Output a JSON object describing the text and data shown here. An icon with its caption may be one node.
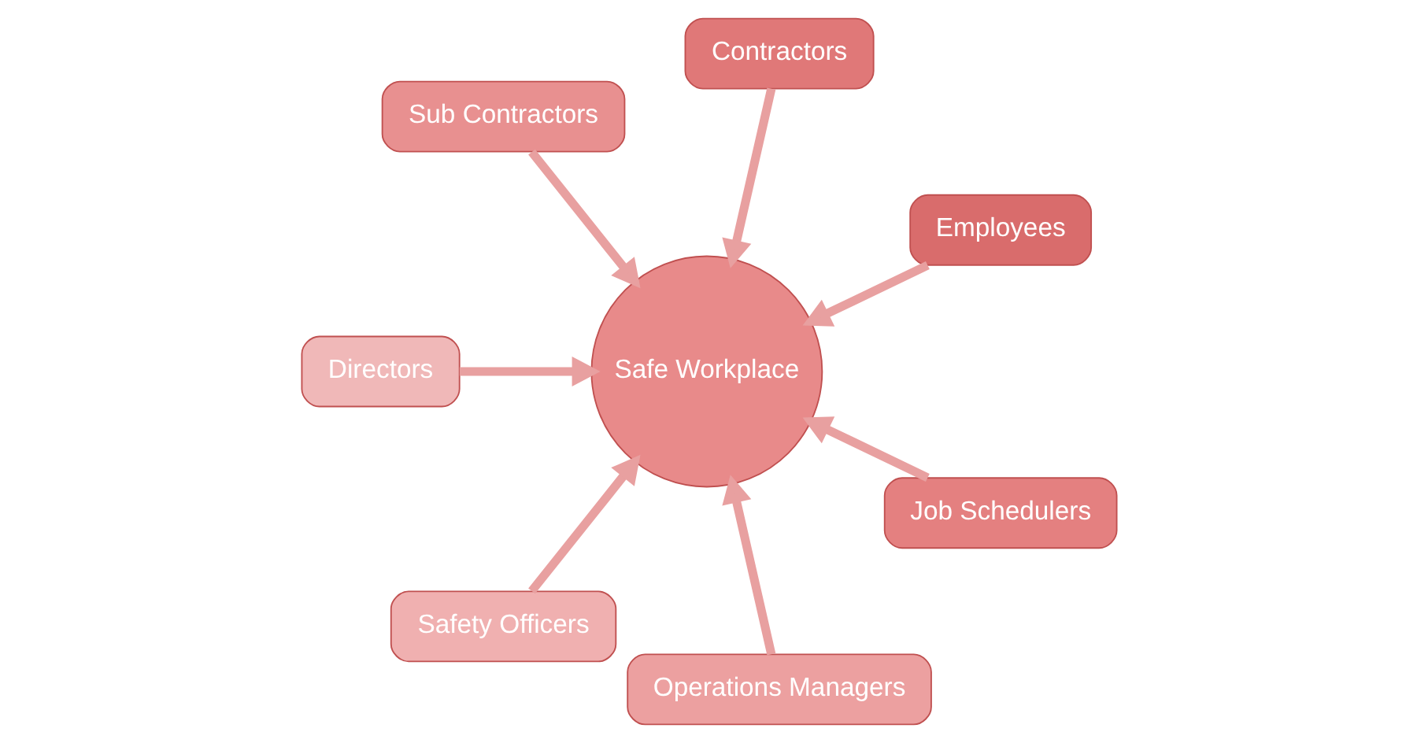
{
  "diagram": {
    "nodes": [
      {
        "text": [
          "Safe Workplace"
        ]
      },
      {
        "text": [
          "Employees"
        ]
      },
      {
        "text": [
          "Contractors"
        ]
      },
      {
        "text": [
          "Sub Contractors"
        ]
      },
      {
        "text": [
          "Directors"
        ]
      },
      {
        "text": [
          "Safety Officers"
        ]
      },
      {
        "text": [
          "Operations Managers"
        ]
      },
      {
        "text": [
          "Job Schedulers"
        ]
      }
    ],
    "edges": [
      {
        "from": 1,
        "to": 0,
        "arrow": "to"
      },
      {
        "from": 2,
        "to": 0,
        "arrow": "to"
      },
      {
        "from": 3,
        "to": 0,
        "arrow": "to"
      },
      {
        "from": 4,
        "to": 0,
        "arrow": "to"
      },
      {
        "from": 5,
        "to": 0,
        "arrow": "to"
      },
      {
        "from": 6,
        "to": 0,
        "arrow": "to"
      },
      {
        "from": 7,
        "to": 0,
        "arrow": "to"
      }
    ]
  }
}
